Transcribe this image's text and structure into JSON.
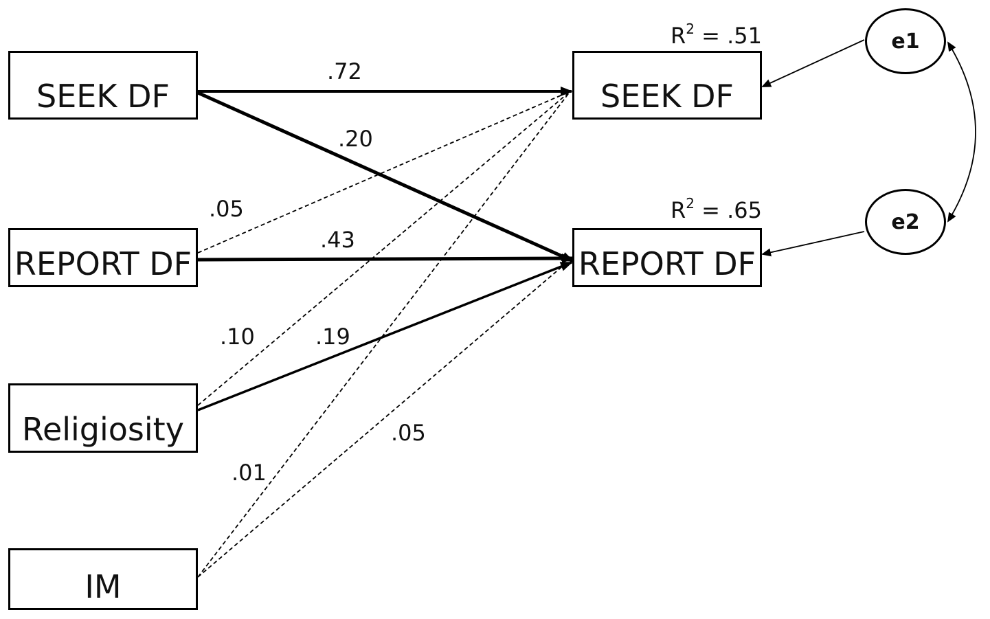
{
  "nodes": {
    "left_seek": "SEEK DF",
    "left_report": "REPORT DF",
    "left_religiosity": "Religiosity",
    "left_im": "IM",
    "right_seek": "SEEK DF",
    "right_report": "REPORT DF",
    "e1": "e1",
    "e2": "e2"
  },
  "r2": {
    "seek": {
      "prefix": "R",
      "sup": "2",
      "value": " = .51"
    },
    "report": {
      "prefix": "R",
      "sup": "2",
      "value": " = .65"
    }
  },
  "coefficients": {
    "seek_seek": ".72",
    "seek_report": ".20",
    "report_seek": ".05",
    "report_report": ".43",
    "religiosity_seek": ".10",
    "religiosity_report": ".19",
    "im_seek": ".01",
    "im_report": ".05"
  },
  "path_styles": {
    "solid": "significant",
    "dashed": "non-significant"
  },
  "colors": {
    "stroke": "#000000",
    "text": "#111111",
    "background": "#ffffff"
  }
}
